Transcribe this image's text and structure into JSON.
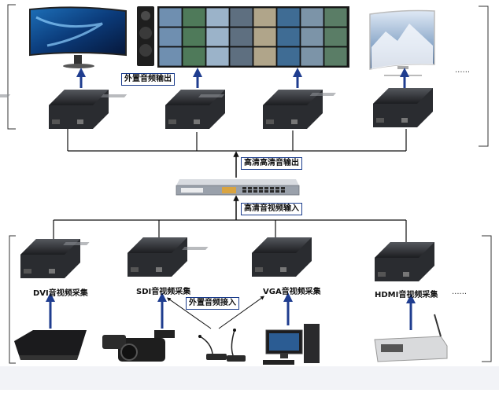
{
  "labels": {
    "ext_audio_out": "外置音频输出",
    "hd_audio_out": "高清高清音输出",
    "hd_av_in": "高清音视频输入",
    "ext_audio_in": "外置音频接入",
    "dvi_capture": "DVI音视频采集",
    "sdi_capture": "SDI音视频采集",
    "vga_capture": "VGA音视频采集",
    "hdmi_capture": "HDMI音视频采集",
    "ellipsis_top": "......",
    "ellipsis_bottom": "......"
  },
  "colors": {
    "arrow": "#1f3d8f",
    "line": "#111111",
    "device": "#2a2c30",
    "bracket": "#333333"
  }
}
